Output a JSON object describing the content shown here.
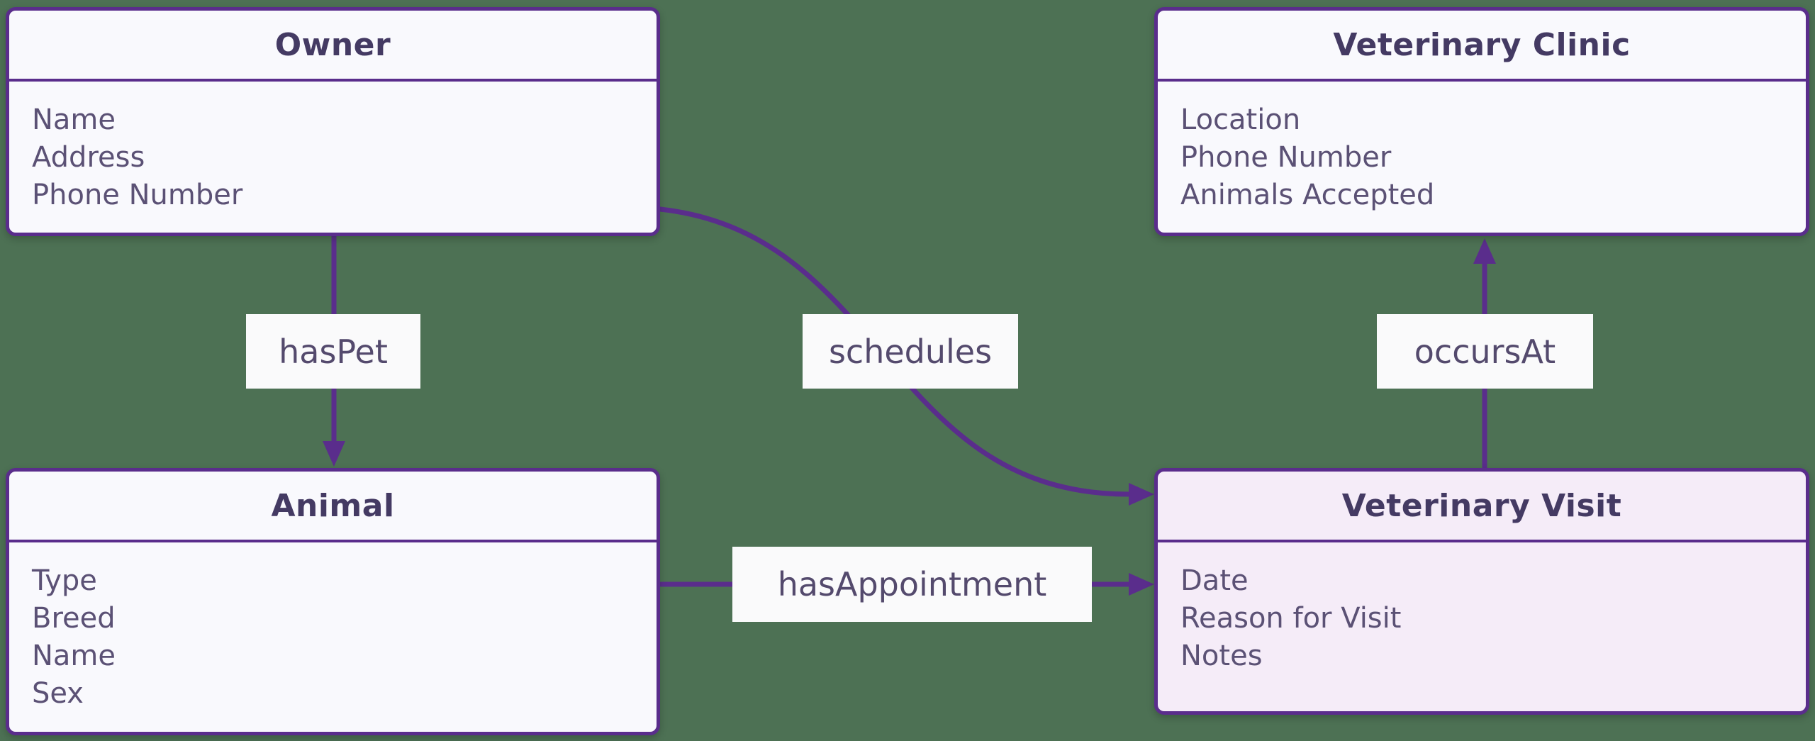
{
  "diagram": {
    "type": "entity-relationship",
    "background_color": "#4d7154",
    "line_color": "#5a2d8c",
    "box_fill": "#f9f9fd",
    "highlight_fill": "#f5ecf8",
    "title_text_color": "#443a63",
    "attribute_text_color": "#5b5175",
    "label_bg": "#fafafb",
    "label_text_color": "#544a6d"
  },
  "entities": {
    "owner": {
      "title": "Owner",
      "attributes": [
        "Name",
        "Address",
        "Phone Number"
      ]
    },
    "veterinary_clinic": {
      "title": "Veterinary Clinic",
      "attributes": [
        "Location",
        "Phone Number",
        "Animals Accepted"
      ]
    },
    "animal": {
      "title": "Animal",
      "attributes": [
        "Type",
        "Breed",
        "Name",
        "Sex"
      ]
    },
    "veterinary_visit": {
      "title": "Veterinary Visit",
      "attributes": [
        "Date",
        "Reason for Visit",
        "Notes"
      ],
      "highlighted": true
    }
  },
  "relationships": [
    {
      "label": "hasPet",
      "from": "Owner",
      "to": "Animal"
    },
    {
      "label": "schedules",
      "from": "Owner",
      "to": "Veterinary Visit"
    },
    {
      "label": "hasAppointment",
      "from": "Animal",
      "to": "Veterinary Visit"
    },
    {
      "label": "occursAt",
      "from": "Veterinary Visit",
      "to": "Veterinary Clinic"
    }
  ]
}
